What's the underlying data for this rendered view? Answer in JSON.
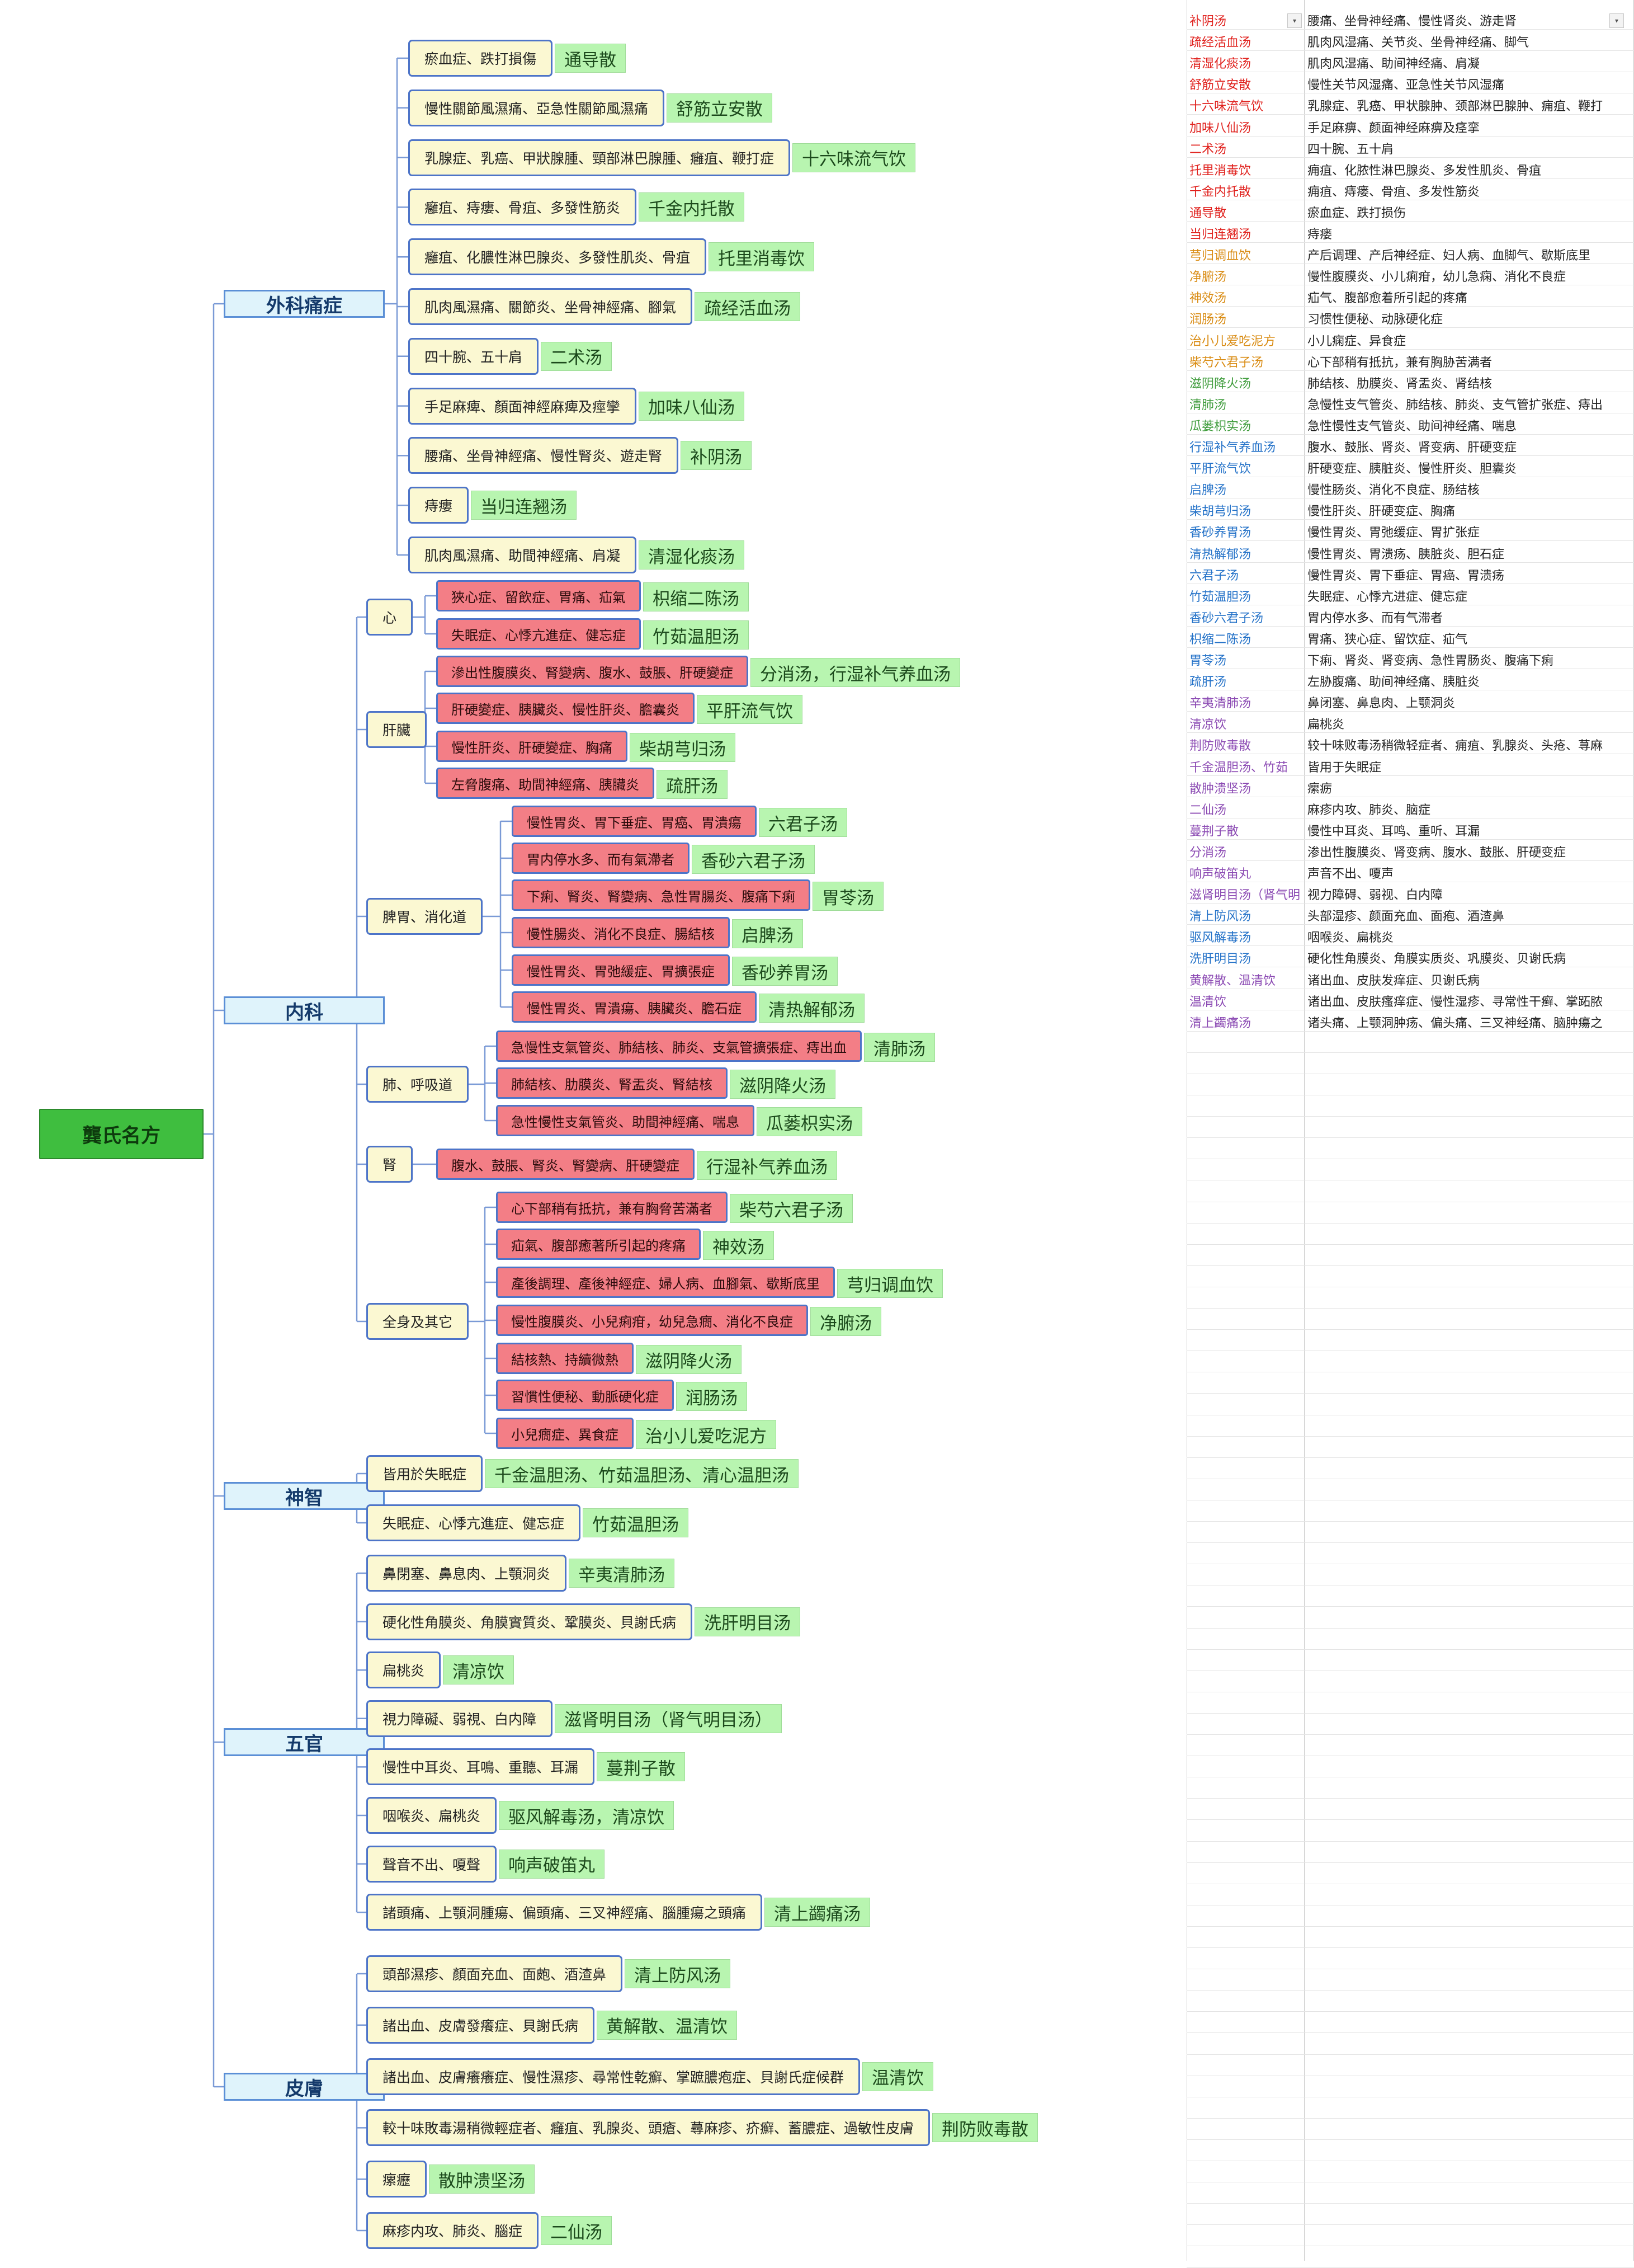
{
  "root": {
    "label": "龔氏名方"
  },
  "categories": [
    {
      "label": "外科痛症",
      "children": [
        {
          "label": "瘀血症、跌打損傷",
          "remedy": "通导散"
        },
        {
          "label": "慢性關節風濕痛、亞急性關節風濕痛",
          "remedy": "舒筋立安散"
        },
        {
          "label": "乳腺症、乳癌、甲狀腺腫、頸部淋巴腺腫、癰疽、鞭打症",
          "remedy": "十六味流气饮"
        },
        {
          "label": "癰疽、痔瘻、骨疽、多發性筋炎",
          "remedy": "千金内托散"
        },
        {
          "label": "癰疽、化膿性淋巴腺炎、多發性肌炎、骨疽",
          "remedy": "托里消毒饮"
        },
        {
          "label": "肌肉風濕痛、關節炎、坐骨神經痛、腳氣",
          "remedy": "疏经活血汤"
        },
        {
          "label": "四十腕、五十肩",
          "remedy": "二术汤"
        },
        {
          "label": "手足麻痺、顏面神經麻痺及痙攣",
          "remedy": "加味八仙汤"
        },
        {
          "label": "腰痛、坐骨神經痛、慢性腎炎、遊走腎",
          "remedy": "补阴汤"
        },
        {
          "label": "痔瘻",
          "remedy": "当归连翘汤"
        },
        {
          "label": "肌肉風濕痛、助間神經痛、肩凝",
          "remedy": "清湿化痰汤"
        }
      ]
    },
    {
      "label": "内科",
      "groups": [
        {
          "label": "心",
          "children": [
            {
              "label": "狹心症、留飲症、胃痛、疝氣",
              "remedy": "枳缩二陈汤"
            },
            {
              "label": "失眠症、心悸亢進症、健忘症",
              "remedy": "竹茹温胆汤"
            }
          ]
        },
        {
          "label": "肝臟",
          "children": [
            {
              "label": "滲出性腹膜炎、腎變病、腹水、鼓脹、肝硬變症",
              "remedy": "分消汤，行湿补气养血汤"
            },
            {
              "label": "肝硬變症、胰臟炎、慢性肝炎、膽囊炎",
              "remedy": "平肝流气饮"
            },
            {
              "label": "慢性肝炎、肝硬變症、胸痛",
              "remedy": "柴胡芎归汤"
            },
            {
              "label": "左脅腹痛、助間神經痛、胰臟炎",
              "remedy": "疏肝汤"
            }
          ]
        },
        {
          "label": "脾胃、消化道",
          "children": [
            {
              "label": "慢性胃炎、胃下垂症、胃癌、胃潰瘍",
              "remedy": "六君子汤"
            },
            {
              "label": "胃内停水多、而有氣滯者",
              "remedy": "香砂六君子汤"
            },
            {
              "label": "下痢、腎炎、腎變病、急性胃腸炎、腹痛下痢",
              "remedy": "胃苓汤"
            },
            {
              "label": "慢性腸炎、消化不良症、腸結核",
              "remedy": "启脾汤"
            },
            {
              "label": "慢性胃炎、胃弛緩症、胃擴張症",
              "remedy": "香砂养胃汤"
            },
            {
              "label": "慢性胃炎、胃潰瘍、胰臟炎、膽石症",
              "remedy": "清热解郁汤"
            }
          ]
        },
        {
          "label": "肺、呼吸道",
          "children": [
            {
              "label": "急慢性支氣管炎、肺結核、肺炎、支氣管擴張症、痔出血",
              "remedy": "清肺汤"
            },
            {
              "label": "肺結核、肋膜炎、腎盂炎、腎結核",
              "remedy": "滋阴降火汤"
            },
            {
              "label": "急性慢性支氣管炎、助間神經痛、喘息",
              "remedy": "瓜蒌枳实汤"
            }
          ]
        },
        {
          "label": "腎",
          "children": [
            {
              "label": "腹水、鼓脹、腎炎、腎變病、肝硬變症",
              "remedy": "行湿补气养血汤"
            }
          ]
        },
        {
          "label": "全身及其它",
          "children": [
            {
              "label": "心下部稍有抵抗，兼有胸脅苦滿者",
              "remedy": "柴芍六君子汤"
            },
            {
              "label": "疝氣、腹部癒著所引起的疼痛",
              "remedy": "神效汤"
            },
            {
              "label": "產後調理、產後神經症、婦人病、血腳氣、歇斯底里",
              "remedy": "芎归调血饮"
            },
            {
              "label": "慢性腹膜炎、小兒痢疳，幼兒急癇、消化不良症",
              "remedy": "净腑汤"
            },
            {
              "label": "結核熱、持續微熱",
              "remedy": "滋阴降火汤"
            },
            {
              "label": "習慣性便秘、動脈硬化症",
              "remedy": "润肠汤"
            },
            {
              "label": "小兒癇症、異食症",
              "remedy": "治小儿爱吃泥方"
            }
          ]
        }
      ]
    },
    {
      "label": "神智",
      "children": [
        {
          "label": "皆用於失眠症",
          "remedy": "千金温胆汤、竹茹温胆汤、清心温胆汤"
        },
        {
          "label": "失眠症、心悸亢進症、健忘症",
          "remedy": "竹茹温胆汤"
        }
      ]
    },
    {
      "label": "五官",
      "children": [
        {
          "label": "鼻閉塞、鼻息肉、上顎洞炎",
          "remedy": "辛夷清肺汤"
        },
        {
          "label": "硬化性角膜炎、角膜實質炎、鞏膜炎、貝謝氏病",
          "remedy": "洗肝明目汤"
        },
        {
          "label": "扁桃炎",
          "remedy": "清凉饮"
        },
        {
          "label": "視力障礙、弱視、白内障",
          "remedy": "滋肾明目汤（肾气明目汤）"
        },
        {
          "label": "慢性中耳炎、耳鳴、重聽、耳漏",
          "remedy": "蔓荆子散"
        },
        {
          "label": "咽喉炎、扁桃炎",
          "remedy": "驱风解毒汤，清凉饮"
        },
        {
          "label": "聲音不出、嗄聲",
          "remedy": "响声破笛丸"
        },
        {
          "label": "諸頭痛、上顎洞腫瘍、偏頭痛、三叉神經痛、腦腫瘍之頭痛",
          "remedy": "清上蠲痛汤"
        }
      ]
    },
    {
      "label": "皮膚",
      "children": [
        {
          "label": "頭部濕疹、顏面充血、面皰、酒渣鼻",
          "remedy": "清上防风汤"
        },
        {
          "label": "諸出血、皮膚發癢症、貝謝氏病",
          "remedy": "黄解散、温清饮"
        },
        {
          "label": "諸出血、皮膚癢癢症、慢性濕疹、尋常性乾癬、掌蹠膿疱症、貝謝氏症候群",
          "remedy": "温清饮"
        },
        {
          "label": "較十味敗毒湯稍微輕症者、癰疽、乳腺炎、頭瘡、蕁麻疹、疥癬、蓄膿症、過敏性皮膚",
          "remedy": "荆防败毒散"
        },
        {
          "label": "瘰癧",
          "remedy": "散肿溃坚汤"
        },
        {
          "label": "麻疹内攻、肺炎、腦症",
          "remedy": "二仙汤"
        }
      ]
    }
  ],
  "sheet": {
    "colors": {
      "red": "#e0201c",
      "orange": "#d98b12",
      "green": "#3f9c3c",
      "blue": "#2472c8",
      "purple": "#8b4ab3"
    },
    "rows": [
      {
        "name": "补阴汤",
        "desc": "腰痛、坐骨神经痛、慢性肾炎、游走肾",
        "color": "red"
      },
      {
        "name": "疏经活血汤",
        "desc": "肌肉风湿痛、关节炎、坐骨神经痛、脚气",
        "color": "red"
      },
      {
        "name": "清湿化痰汤",
        "desc": "肌肉风湿痛、助间神经痛、肩凝",
        "color": "red"
      },
      {
        "name": "舒筋立安散",
        "desc": "慢性关节风湿痛、亚急性关节风湿痛",
        "color": "red"
      },
      {
        "name": "十六味流气饮",
        "desc": "乳腺症、乳癌、甲状腺肿、颈部淋巴腺肿、痈疽、鞭打",
        "color": "red"
      },
      {
        "name": "加味八仙汤",
        "desc": "手足麻痹、颜面神经麻痹及痉挛",
        "color": "red"
      },
      {
        "name": "二术汤",
        "desc": "四十腕、五十肩",
        "color": "red"
      },
      {
        "name": "托里消毒饮",
        "desc": "痈疽、化脓性淋巴腺炎、多发性肌炎、骨疽",
        "color": "red"
      },
      {
        "name": "千金内托散",
        "desc": "痈疽、痔瘘、骨疽、多发性筋炎",
        "color": "red"
      },
      {
        "name": "通导散",
        "desc": "瘀血症、跌打损伤",
        "color": "red"
      },
      {
        "name": "当归连翘汤",
        "desc": "痔瘘",
        "color": "red"
      },
      {
        "name": "芎归调血饮",
        "desc": "产后调理、产后神经症、妇人病、血脚气、歇斯底里",
        "color": "orange"
      },
      {
        "name": "净腑汤",
        "desc": "慢性腹膜炎、小儿痢疳，幼儿急痫、消化不良症",
        "color": "orange"
      },
      {
        "name": "神效汤",
        "desc": "疝气、腹部愈着所引起的疼痛",
        "color": "orange"
      },
      {
        "name": "润肠汤",
        "desc": "习惯性便秘、动脉硬化症",
        "color": "orange"
      },
      {
        "name": "治小儿爱吃泥方",
        "desc": "小儿痫症、异食症",
        "color": "orange"
      },
      {
        "name": "柴芍六君子汤",
        "desc": "心下部稍有抵抗，兼有胸胁苦满者",
        "color": "orange"
      },
      {
        "name": "滋阴降火汤",
        "desc": "肺结核、肋膜炎、肾盂炎、肾结核",
        "color": "green"
      },
      {
        "name": "清肺汤",
        "desc": "急慢性支气管炎、肺结核、肺炎、支气管扩张症、痔出",
        "color": "green"
      },
      {
        "name": "瓜蒌枳实汤",
        "desc": "急性慢性支气管炎、助间神经痛、喘息",
        "color": "green"
      },
      {
        "name": "行湿补气养血汤",
        "desc": "腹水、鼓胀、肾炎、肾变病、肝硬变症",
        "color": "blue"
      },
      {
        "name": "平肝流气饮",
        "desc": "肝硬变症、胰脏炎、慢性肝炎、胆囊炎",
        "color": "blue"
      },
      {
        "name": "启脾汤",
        "desc": "慢性肠炎、消化不良症、肠结核",
        "color": "blue"
      },
      {
        "name": "柴胡芎归汤",
        "desc": "慢性肝炎、肝硬变症、胸痛",
        "color": "blue"
      },
      {
        "name": "香砂养胃汤",
        "desc": "慢性胃炎、胃弛缓症、胃扩张症",
        "color": "blue"
      },
      {
        "name": "清热解郁汤",
        "desc": "慢性胃炎、胃溃疡、胰脏炎、胆石症",
        "color": "blue"
      },
      {
        "name": "六君子汤",
        "desc": "慢性胃炎、胃下垂症、胃癌、胃溃疡",
        "color": "blue"
      },
      {
        "name": "竹茹温胆汤",
        "desc": "失眠症、心悸亢进症、健忘症",
        "color": "blue"
      },
      {
        "name": "香砂六君子汤",
        "desc": "胃内停水多、而有气滞者",
        "color": "blue"
      },
      {
        "name": "枳缩二陈汤",
        "desc": "胃痛、狭心症、留饮症、疝气",
        "color": "blue"
      },
      {
        "name": "胃苓汤",
        "desc": "下痢、肾炎、肾变病、急性胃肠炎、腹痛下痢",
        "color": "blue"
      },
      {
        "name": "疏肝汤",
        "desc": "左胁腹痛、助间神经痛、胰脏炎",
        "color": "blue"
      },
      {
        "name": "辛夷清肺汤",
        "desc": "鼻闭塞、鼻息肉、上颚洞炎",
        "color": "purple"
      },
      {
        "name": "清凉饮",
        "desc": "扁桃炎",
        "color": "purple"
      },
      {
        "name": "荆防败毒散",
        "desc": "较十味败毒汤稍微轻症者、痈疽、乳腺炎、头疮、荨麻",
        "color": "purple"
      },
      {
        "name": "千金温胆汤、竹茹",
        "desc": "皆用于失眠症",
        "color": "purple"
      },
      {
        "name": "散肿溃坚汤",
        "desc": "瘰疬",
        "color": "purple"
      },
      {
        "name": "二仙汤",
        "desc": "麻疹内攻、肺炎、脑症",
        "color": "purple"
      },
      {
        "name": "蔓荆子散",
        "desc": "慢性中耳炎、耳鸣、重听、耳漏",
        "color": "purple"
      },
      {
        "name": "分消汤",
        "desc": "渗出性腹膜炎、肾变病、腹水、鼓胀、肝硬变症",
        "color": "purple"
      },
      {
        "name": "响声破笛丸",
        "desc": "声音不出、嗄声",
        "color": "purple"
      },
      {
        "name": "滋肾明目汤（肾气明",
        "desc": "视力障碍、弱视、白内障",
        "color": "purple"
      },
      {
        "name": "清上防风汤",
        "desc": "头部湿疹、颜面充血、面疱、酒渣鼻",
        "color": "blue"
      },
      {
        "name": "驱风解毒汤",
        "desc": "咽喉炎、扁桃炎",
        "color": "blue"
      },
      {
        "name": "洗肝明目汤",
        "desc": "硬化性角膜炎、角膜实质炎、巩膜炎、贝谢氏病",
        "color": "blue"
      },
      {
        "name": "黄解散、温清饮",
        "desc": "诸出血、皮肤发痒症、贝谢氏病",
        "color": "purple"
      },
      {
        "name": "温清饮",
        "desc": "诸出血、皮肤瘙痒症、慢性湿疹、寻常性干癣、掌跖脓",
        "color": "purple"
      },
      {
        "name": "清上蠲痛汤",
        "desc": "诸头痛、上颚洞肿疡、偏头痛、三叉神经痛、脑肿瘍之",
        "color": "purple"
      }
    ]
  }
}
